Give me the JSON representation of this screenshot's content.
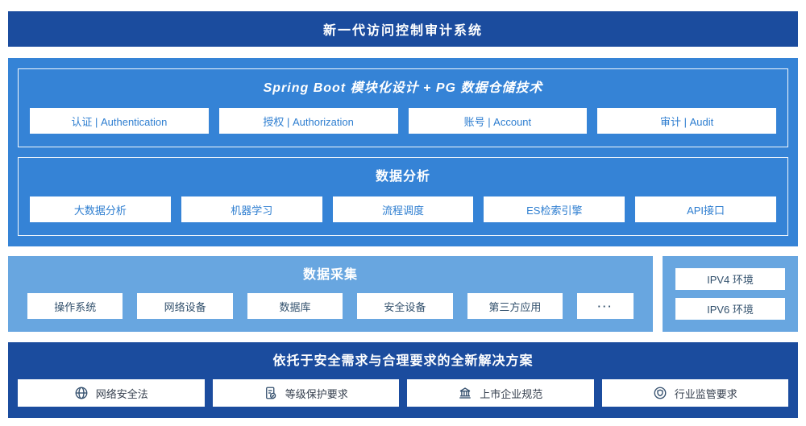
{
  "header": {
    "title": "新一代访问控制审计系统"
  },
  "platform": {
    "springboot": {
      "title": "Spring Boot 模块化设计 + PG 数据仓储技术",
      "items": [
        "认证 | Authentication",
        "授权 | Authorization",
        "账号 | Account",
        "审计 | Audit"
      ]
    },
    "analysis": {
      "title": "数据分析",
      "items": [
        "大数据分析",
        "机器学习",
        "流程调度",
        "ES检索引擎",
        "API接口"
      ]
    }
  },
  "collection": {
    "title": "数据采集",
    "items": [
      "操作系统",
      "网络设备",
      "数据库",
      "安全设备",
      "第三方应用",
      "···"
    ],
    "env": {
      "items": [
        "IPV4 环境",
        "IPV6 环境"
      ]
    }
  },
  "solution": {
    "title": "依托于安全需求与合理要求的全新解决方案",
    "items": [
      {
        "icon": "globe-icon",
        "label": "网络安全法"
      },
      {
        "icon": "document-check-icon",
        "label": "等级保护要求"
      },
      {
        "icon": "bank-icon",
        "label": "上市企业规范"
      },
      {
        "icon": "badge-icon",
        "label": "行业监管要求"
      }
    ]
  },
  "colors": {
    "dark_blue": "#1b4c9e",
    "medium_blue": "#3583d6",
    "light_blue": "#68a6e0",
    "box_text_blue": "#2e7ed0",
    "box_text_navy": "#33516d"
  }
}
